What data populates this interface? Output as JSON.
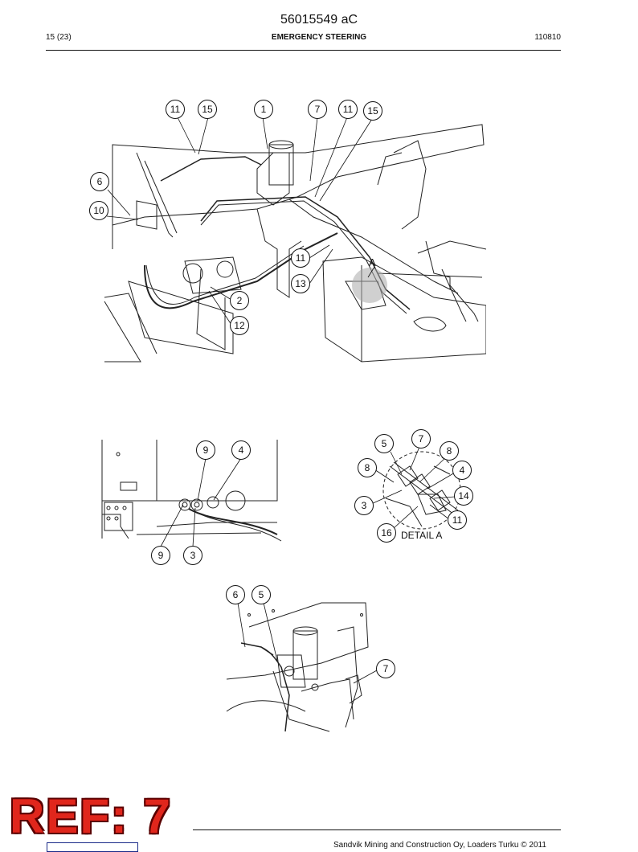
{
  "header": {
    "doc_number": "56015549 aC",
    "page": "15 (23)",
    "section": "EMERGENCY STEERING",
    "date_code": "110810"
  },
  "figure_main": {
    "callouts": [
      "11",
      "15",
      "1",
      "7",
      "11",
      "15",
      "6",
      "10",
      "11",
      "13",
      "2",
      "12"
    ],
    "detail_marker": "A"
  },
  "figure_left": {
    "callouts": [
      "9",
      "4",
      "9",
      "3"
    ]
  },
  "figure_detail": {
    "callouts": [
      "7",
      "5",
      "8",
      "8",
      "4",
      "14",
      "3",
      "11",
      "16"
    ],
    "caption": "DETAIL A"
  },
  "figure_bottom": {
    "callouts": [
      "6",
      "5",
      "7"
    ]
  },
  "footer": {
    "ref_stamp": "REF: 7",
    "copyright": "Sandvik Mining and Construction Oy, Loaders Turku © 2011"
  }
}
